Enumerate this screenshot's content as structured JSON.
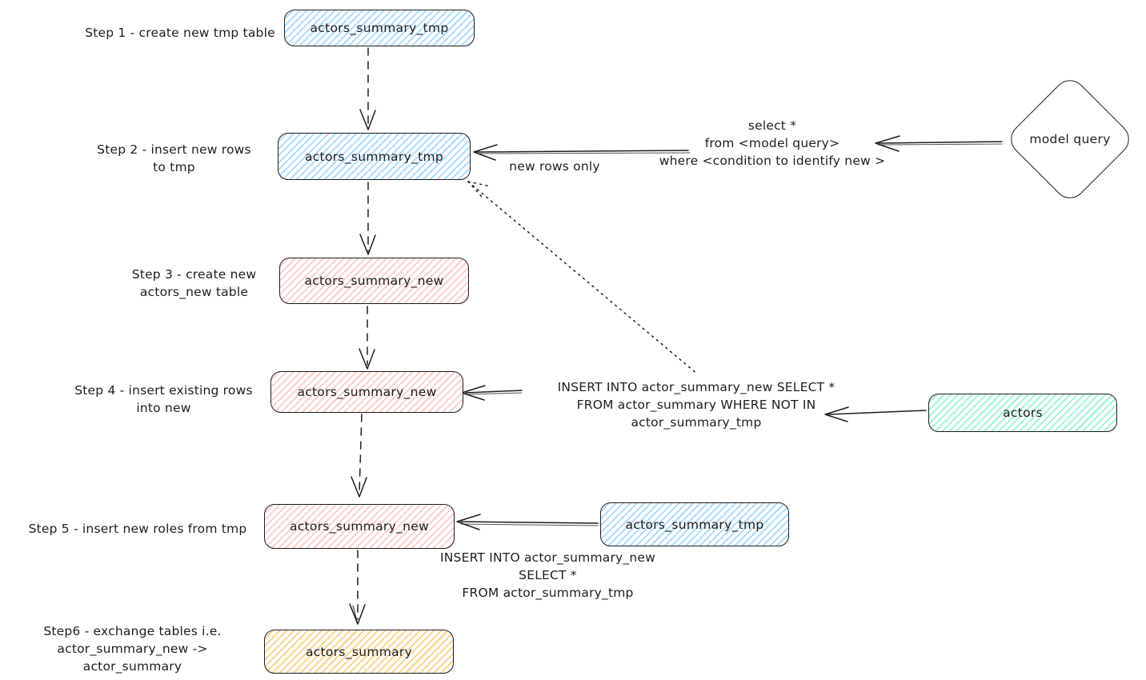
{
  "colors": {
    "stroke": "#1e1e1e",
    "blue_hatch": "#a5d8ff",
    "red_hatch": "#ffc9c9",
    "green_hatch": "#96f2d7",
    "yellow_hatch": "#f9d083"
  },
  "steps": {
    "step1": {
      "label": "Step 1 - create new tmp table",
      "node": "actors_summary_tmp"
    },
    "step2": {
      "label": "Step 2 - insert new rows\nto tmp",
      "node": "actors_summary_tmp"
    },
    "step3": {
      "label": "Step 3 - create new\nactors_new table",
      "node": "actors_summary_new"
    },
    "step4": {
      "label": "Step 4 - insert existing rows\ninto new",
      "node": "actors_summary_new"
    },
    "step5": {
      "label": "Step 5 - insert new roles from tmp",
      "node": "actors_summary_new"
    },
    "step6": {
      "label": "Step6 - exchange tables i.e.\nactor_summary_new -> actor_summary",
      "node": "actors_summary"
    }
  },
  "sources": {
    "model_query": "model query",
    "actors": "actors",
    "tmp_copy": "actors_summary_tmp"
  },
  "annotations": {
    "new_rows_only": "new rows only",
    "model_query_sql": "select *\nfrom <model query>\nwhere <condition to identify new >",
    "step4_sql": "INSERT INTO actor_summary_new SELECT *\nFROM actor_summary WHERE NOT IN\nactor_summary_tmp",
    "step5_sql": "INSERT INTO actor_summary_new\nSELECT *\nFROM actor_summary_tmp"
  }
}
